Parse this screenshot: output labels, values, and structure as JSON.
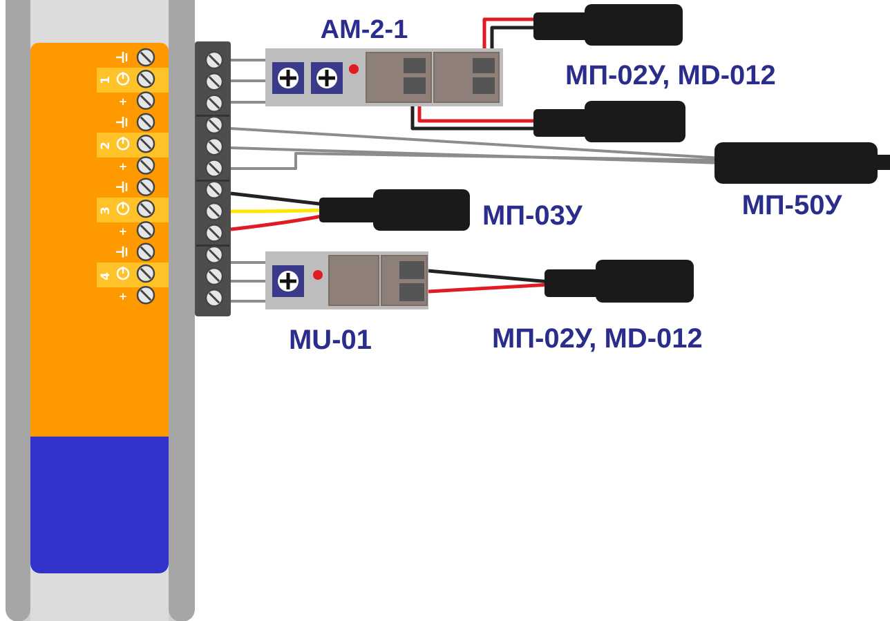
{
  "labels": {
    "am": "AM-2-1",
    "mp02_top": "МП-02У, MD-012",
    "mp50": "МП-50У",
    "mp03": "МП-03У",
    "mu": "MU-01",
    "mp02_bottom": "МП-02У, MD-012"
  },
  "terminals": {
    "channels": [
      "1",
      "2",
      "3",
      "4"
    ],
    "plus": "+"
  },
  "colors": {
    "housing": "#dcdcdc",
    "housing_edge": "#a6a6a6",
    "panel_orange": "#ff9900",
    "panel_blue": "#3333cc",
    "label_text": "#2b2d8c",
    "wire_red": "#e01b24",
    "wire_black": "#222222",
    "wire_yellow": "#ffe600",
    "wire_gray": "#8c8c8c",
    "sensor_body": "#1a1a1a",
    "module_gray": "#bdbdbd",
    "module_brown": "#8e7f78",
    "screw_blue": "#3a3a8a",
    "led_red": "#e01b24"
  }
}
